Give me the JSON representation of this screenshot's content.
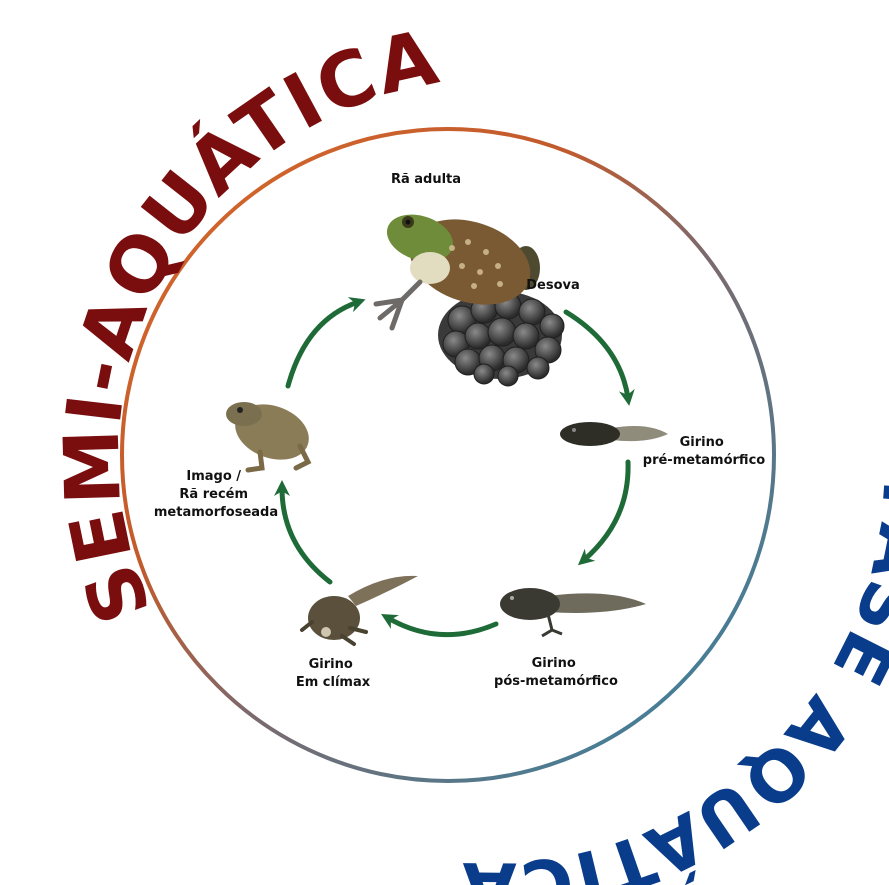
{
  "outer_text": {
    "left": "SEMI-AQUÁTICA",
    "right": "FASE AQUÁTICA"
  },
  "colors": {
    "left_text": "#7a0d0d",
    "right_text": "#0a3c8c",
    "arrow": "#1e6b37",
    "ring_start": "#d4642a",
    "ring_end": "#2f7fa3"
  },
  "stages": {
    "adult": [
      "Rã adulta"
    ],
    "spawn": [
      "Desova"
    ],
    "pre": [
      "Girino",
      "pré-metamórfico"
    ],
    "post": [
      "Girino",
      "pós-metamórfico"
    ],
    "climax": [
      "Girino",
      "Em clímax"
    ],
    "imago": [
      "Imago /",
      "Rã recém",
      "metamorfoseada"
    ]
  },
  "icons": {
    "adult": "adult-frog-icon",
    "spawn": "egg-mass-icon",
    "pre": "pre-metamorphic-tadpole-icon",
    "post": "post-metamorphic-tadpole-icon",
    "climax": "climax-tadpole-icon",
    "imago": "froglet-icon"
  }
}
